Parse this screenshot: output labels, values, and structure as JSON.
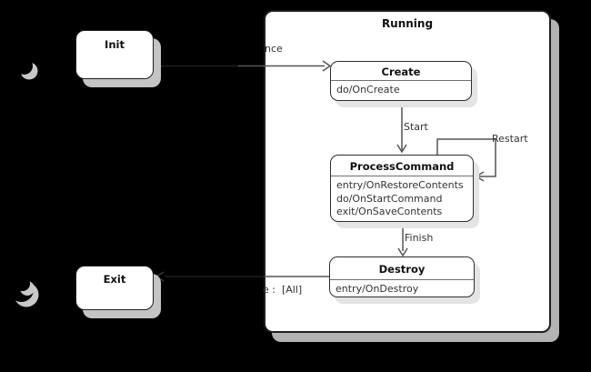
{
  "diagram": {
    "composite_state": {
      "title": "Running"
    },
    "states": {
      "init": {
        "title": "Init"
      },
      "exit": {
        "title": "Exit"
      },
      "create": {
        "title": "Create",
        "actions": [
          "do/OnCreate"
        ]
      },
      "process": {
        "title": "ProcessCommand",
        "actions": [
          "entry/OnRestoreContents",
          "do/OnStartCommand",
          "exit/OnSaveContents"
        ]
      },
      "destroy": {
        "title": "Destroy",
        "actions": [
          "entry/OnDestroy"
        ]
      }
    },
    "transitions": {
      "into_create_label": "nce",
      "start_label": "Start",
      "restart_label": "Restart",
      "finish_label": "Finish",
      "to_exit_label": "e :  [All]"
    },
    "icons": {
      "initial_state": "initial-state-shadow-crescent",
      "final_state": "final-state-shadow-crescent"
    },
    "colors": {
      "background": "#000000",
      "state_fill": "#ffffff",
      "state_border": "#1f1f1f",
      "connector": "#555555",
      "shadow_outer": "#c4c4c4",
      "shadow_inner": "#e4e4e4",
      "text": "#333333"
    }
  }
}
